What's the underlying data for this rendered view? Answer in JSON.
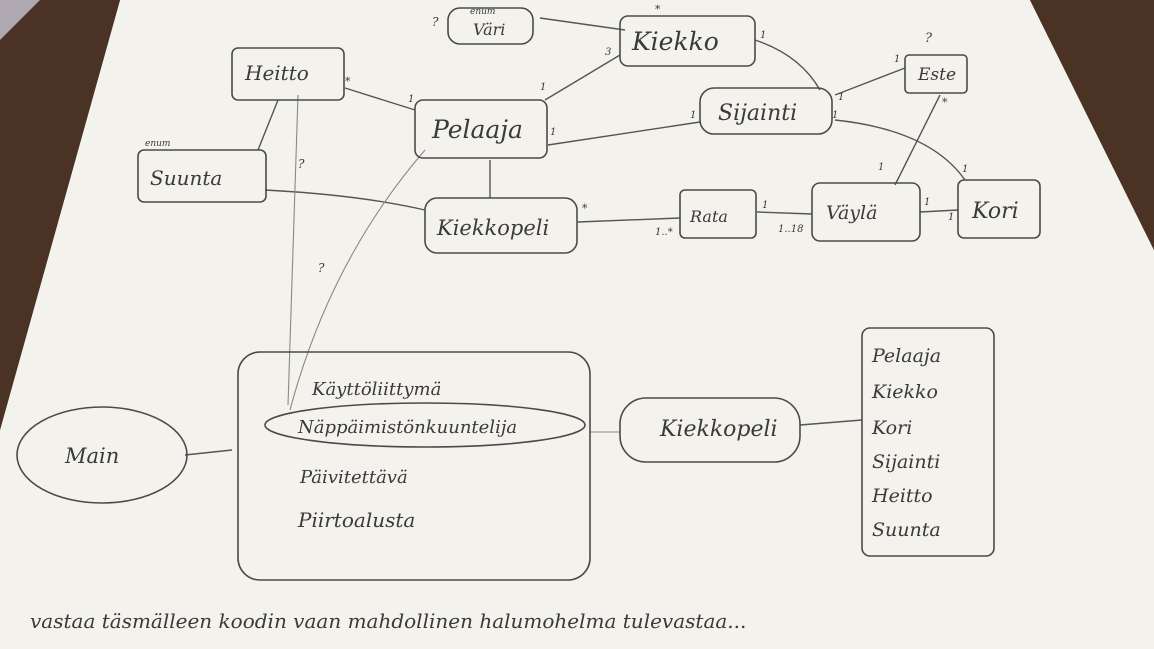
{
  "nodes": {
    "vari": "Väri",
    "vari_stereo": "enum",
    "kiekko": "Kiekko",
    "heitto": "Heitto",
    "pelaaja": "Pelaaja",
    "sijainti": "Sijainti",
    "este": "Este",
    "suunta": "Suunta",
    "suunta_stereo": "enum",
    "kiekkopeli": "Kiekkopeli",
    "rata": "Rata",
    "vayla": "Väylä",
    "kori": "Kori"
  },
  "multiplicities": {
    "kiekko_to_vari": "*",
    "vari_q": "?",
    "kiekko_pelaaja_kiekko": "3",
    "kiekko_pelaaja_pelaaja": "1",
    "kiekko_sijainti": "1",
    "heitto_pelaaja_heitto": "*",
    "heitto_pelaaja_pelaaja": "1",
    "pelaaja_sijainti": "1",
    "sijainti_pelaaja": "1",
    "este_sijainti": "1",
    "sijainti_este": "1",
    "este_q": "?",
    "este_vayla": "*",
    "vayla_este": "1",
    "kori_sijainti": "1",
    "kiekkopeli_rata": "*",
    "rata_kiekkopeli": "1..*",
    "rata_vayla": "1",
    "vayla_rata": "1..18",
    "vayla_kori": "1",
    "kori_vayla": "1",
    "heitto_q": "?",
    "pelaaja_q": "?"
  },
  "ui": {
    "kayttoliittyma": "Käyttöliittymä",
    "nappaimisto": "Näppäimistönkuuntelija",
    "paivitettava": "Päivitettävä",
    "piirtoalusta": "Piirtoalusta",
    "main": "Main",
    "kiekkopeli": "Kiekkopeli"
  },
  "class_list": [
    "Pelaaja",
    "Kiekko",
    "Kori",
    "Sijainti",
    "Heitto",
    "Suunta"
  ],
  "footer": "vastaa täsmälleen koodin vaan mahdollinen halumohelma tulevastaa..."
}
